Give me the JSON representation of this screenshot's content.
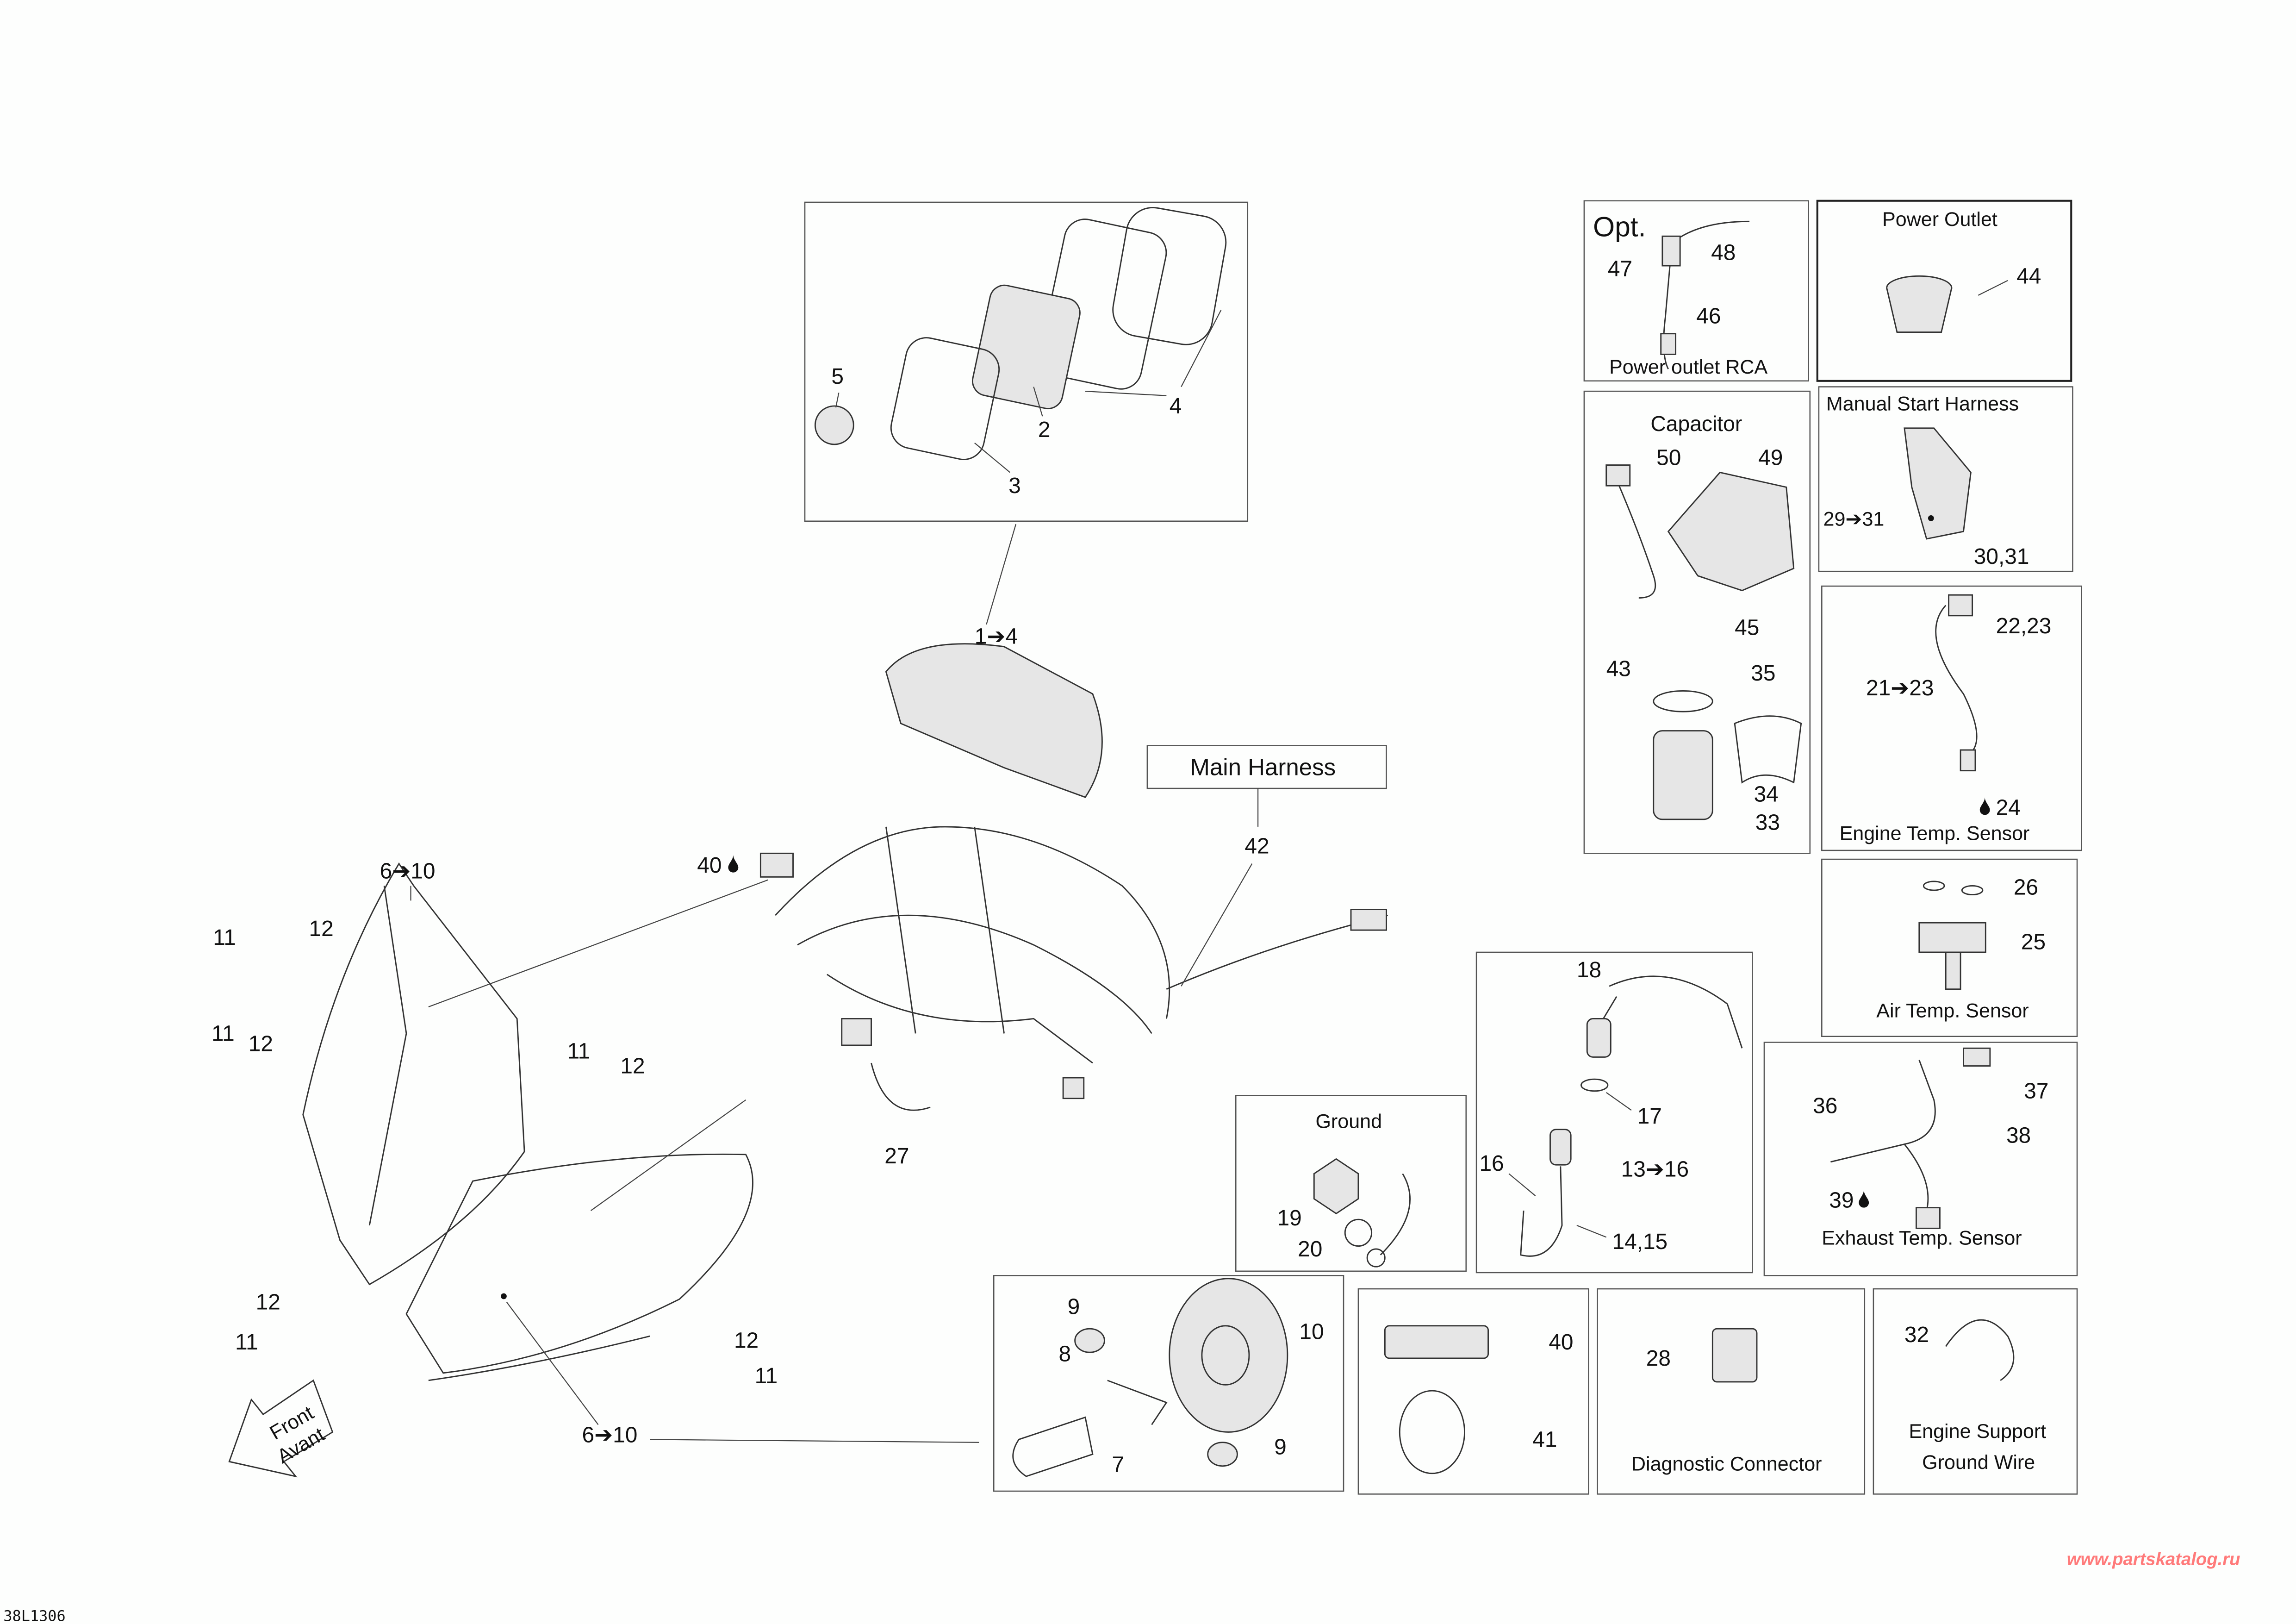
{
  "diagram": {
    "drawing_code": "38L1306",
    "watermark": "www.partskatalog.ru",
    "front_arrow": {
      "line1": "Front",
      "line2": "Avant"
    },
    "colors": {
      "line": "#333333",
      "watermark": "#ff7a7a",
      "background": "#fdfefd"
    }
  },
  "callouts": {
    "instrument": [
      "5",
      "2",
      "3",
      "4",
      "1➔4"
    ],
    "main_harness": {
      "title": "Main Harness",
      "ref": "42",
      "lube": "40",
      "hose": "27"
    },
    "headlamp": [
      "6➔10",
      "11",
      "12",
      "11",
      "12",
      "11",
      "12",
      "12",
      "11",
      "12",
      "11",
      "6➔10"
    ],
    "ground": {
      "title": "Ground",
      "items": [
        "19",
        "20"
      ]
    },
    "bulb": [
      "9",
      "8",
      "10",
      "7",
      "9"
    ],
    "lube": [
      "40",
      "41"
    ],
    "diagnostic": {
      "ref": "28",
      "title": "Diagnostic Connector"
    },
    "engine_support": {
      "ref": "32",
      "line1": "Engine Support",
      "line2": "Ground Wire"
    },
    "tether": [
      "18",
      "17",
      "16",
      "13➔16",
      "14,15"
    ],
    "opt": {
      "title": "Opt.",
      "items": [
        "48",
        "47",
        "46"
      ],
      "caption": "Power outlet RCA"
    },
    "power_outlet": {
      "title": "Power Outlet",
      "ref": "44"
    },
    "capacitor": {
      "title": "Capacitor",
      "items": [
        "50",
        "49",
        "45",
        "43",
        "35",
        "34",
        "33"
      ]
    },
    "manual_start": {
      "title": "Manual Start Harness",
      "items": [
        "29➔31",
        "30,31"
      ]
    },
    "engine_temp": {
      "title": "Engine Temp. Sensor",
      "items": [
        "22,23",
        "21➔23",
        "24"
      ]
    },
    "air_temp": {
      "title": "Air Temp. Sensor",
      "items": [
        "26",
        "25"
      ]
    },
    "exhaust_temp": {
      "title": "Exhaust Temp. Sensor",
      "items": [
        "37",
        "36",
        "38",
        "39"
      ]
    }
  }
}
